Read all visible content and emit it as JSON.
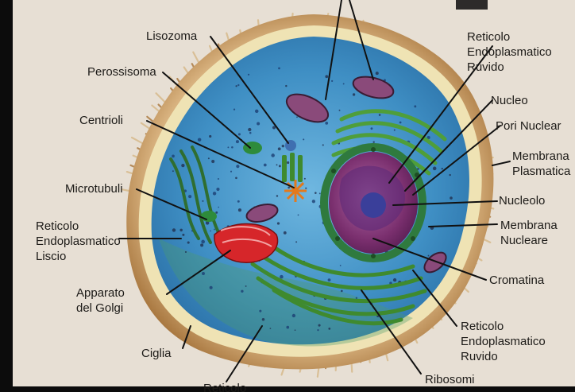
{
  "labels": {
    "lisozoma": "Lisozoma",
    "perossisoma": "Perossisoma",
    "centrioli": "Centrioli",
    "microtubuli": "Microtubuli",
    "ret_liscio": "Reticolo\nEndoplasmatico\nLiscio",
    "golgi": "Apparato\ndel Golgi",
    "ciglia": "Ciglia",
    "reticolo_bottom": "Reticolo",
    "ret_ruvido_top": "Reticolo\nEndoplasmatico\nRuvido",
    "nucleo": "Nucleo",
    "pori": "Pori Nuclear",
    "membrana_plasm": "Membrana\nPlasmatica",
    "nucleolo": "Nucleolo",
    "membrana_nucl": "Membrana\nNucleare",
    "cromatina": "Cromatina",
    "ret_ruvido_bottom": "Reticolo\nEndoplasmatico\nRuvido",
    "ribosomi": "Ribosomi"
  },
  "colors": {
    "paper": "#e7dfd4",
    "cilia": "#c9a57a",
    "membrane": "#efe3b4",
    "cytoplasm": "#3f8fc4",
    "nucleus_envelope": "#2f7a3e",
    "nucleus": "#7a2f6e",
    "nucleolus": "#3a3f9a",
    "golgi": "#d6262a",
    "mitochondria": "#8a4a7a",
    "er": "#4f9e3a",
    "label_text": "#1c1a17",
    "line": "#111111"
  }
}
